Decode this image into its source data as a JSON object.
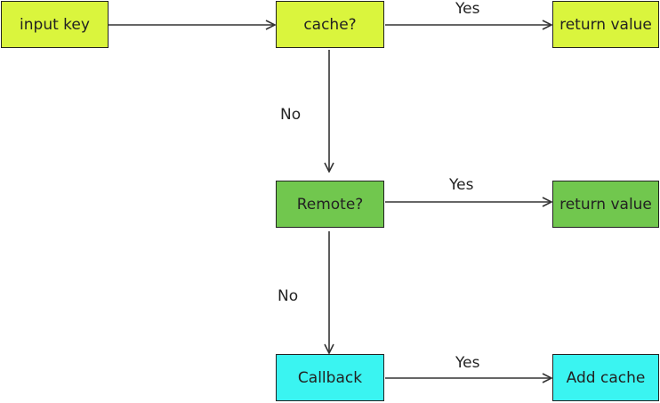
{
  "colors": {
    "yellow_green": "#DAF53D",
    "green": "#71C74E",
    "cyan": "#3AF4F1",
    "stroke": "#333333",
    "text": "#222222"
  },
  "nodes": {
    "input_key": {
      "label": "input key",
      "color": "#DAF53D"
    },
    "cache_check": {
      "label": "cache?",
      "color": "#DAF53D"
    },
    "return_value_1": {
      "label": "return value",
      "color": "#DAF53D"
    },
    "remote_check": {
      "label": "Remote?",
      "color": "#71C74E"
    },
    "return_value_2": {
      "label": "return value",
      "color": "#71C74E"
    },
    "callback": {
      "label": "Callback",
      "color": "#3AF4F1"
    },
    "add_cache": {
      "label": "Add cache",
      "color": "#3AF4F1"
    }
  },
  "edges": {
    "input_to_cache": {
      "from": "input key",
      "to": "cache?",
      "label": ""
    },
    "cache_yes": {
      "from": "cache?",
      "to": "return value",
      "label": "Yes"
    },
    "cache_no": {
      "from": "cache?",
      "to": "Remote?",
      "label": "No"
    },
    "remote_yes": {
      "from": "Remote?",
      "to": "return value",
      "label": "Yes"
    },
    "remote_no": {
      "from": "Remote?",
      "to": "Callback",
      "label": "No"
    },
    "callback_yes": {
      "from": "Callback",
      "to": "Add cache",
      "label": "Yes"
    }
  }
}
